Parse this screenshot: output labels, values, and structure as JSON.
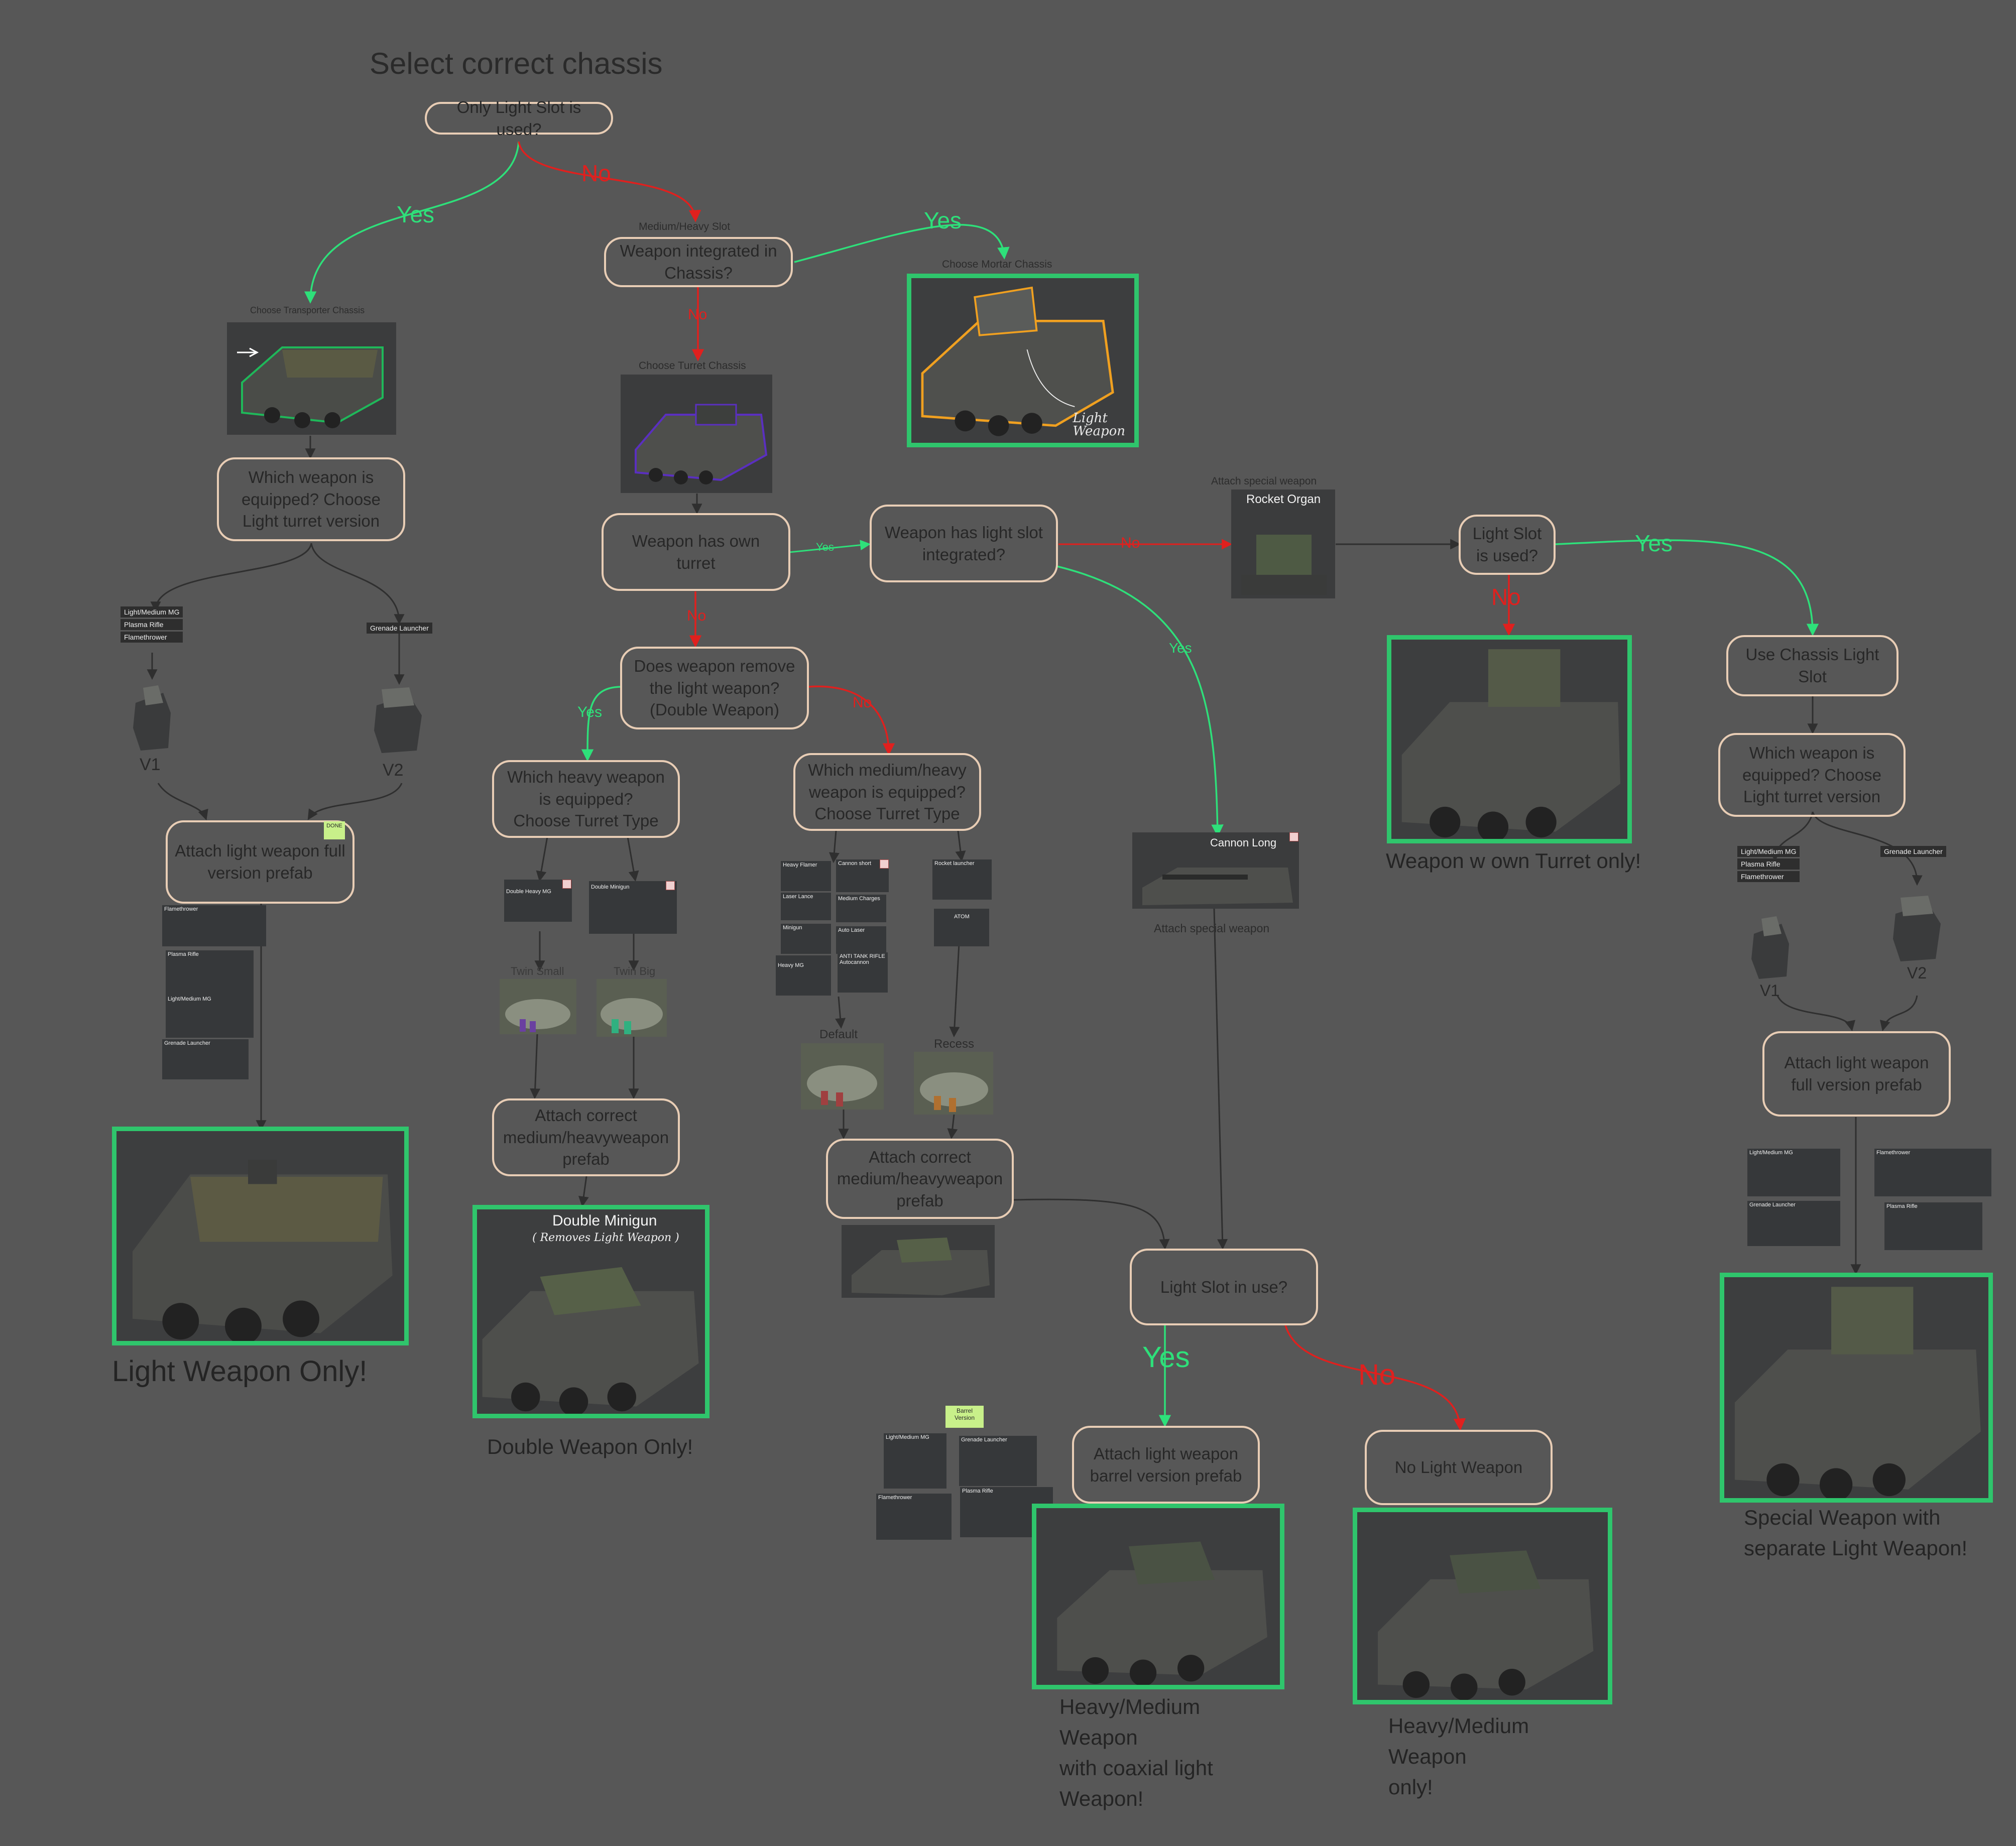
{
  "title": "Select correct chassis",
  "nodes": {
    "only_light": "Only Light Slot is used?",
    "integrated": "Weapon integrated in Chassis?",
    "which_light_left": "Which weapon is equipped? Choose Light turret version",
    "attach_light_left": "Attach light weapon full version prefab",
    "own_turret": "Weapon has own turret",
    "has_light_slot": "Weapon has light slot integrated?",
    "light_slot_used": "Light Slot is used?",
    "use_chassis_slot": "Use Chassis Light Slot",
    "which_light_right": "Which weapon is equipped? Choose Light turret version",
    "attach_light_right": "Attach light weapon full version prefab",
    "double_q": "Does weapon remove the light weapon? (Double Weapon)",
    "which_heavy": "Which heavy weapon is equipped?\nChoose Turret Type",
    "which_medium": "Which medium/heavy weapon is equipped?\nChoose Turret Type",
    "attach_heavy_left": "Attach correct medium/heavyweapon prefab",
    "attach_heavy_mid": "Attach correct medium/heavyweapon prefab",
    "light_in_use": "Light Slot in use?",
    "attach_barrel": "Attach light weapon barrel version prefab",
    "no_light": "No Light Weapon"
  },
  "labels": {
    "medium_heavy_slot": "Medium/Heavy Slot",
    "choose_transporter": "Choose Transporter Chassis",
    "choose_turret": "Choose Turret Chassis",
    "choose_mortar": "Choose Mortar Chassis",
    "attach_special_top": "Attach special weapon",
    "rocket_organ": "Rocket Organ",
    "cannon_long": "Cannon Long",
    "attach_special_bottom": "Attach special weapon",
    "v1_left": "V1",
    "v2_left": "V2",
    "v1_right": "V1",
    "v2_right": "V2",
    "twin_small": "Twin Small",
    "twin_big": "Twin Big",
    "default": "Default",
    "recess": "Recess",
    "double_heavy_mg": "Double Heavy MG",
    "double_minigun_small": "Double Minigun",
    "double_minigun_big": "Double Minigun",
    "removes_light": "( Removes Light Weapon )",
    "rocket_launcher": "Rocket launcher",
    "atom": "ATOM",
    "light_weapon_scribble": "Light\nWeapon"
  },
  "tags": {
    "left_group": [
      "Light/Medium MG",
      "Plasma Rifle",
      "Flamethrower"
    ],
    "left_grenade": "Grenade Launcher",
    "right_group": [
      "Light/Medium MG",
      "Plasma Rifle",
      "Flamethrower"
    ],
    "right_grenade": "Grenade Launcher",
    "done": "DONE",
    "barrel_version": "Barrel\nVersion"
  },
  "weapon_thumbs": {
    "left_stack": [
      "Flamethrower",
      "Plasma Rifle",
      "Light/Medium MG",
      "Grenade Launcher"
    ],
    "right_stack": [
      "Light/Medium MG",
      "Flamethrower",
      "Grenade Launcher",
      "Plasma Rifle"
    ],
    "barrel_stack": [
      "Light/Medium MG",
      "Grenade Launcher",
      "Flamethrower",
      "Plasma Rifle"
    ],
    "medium_grid": [
      "Heavy Flamer",
      "Cannon short",
      "Laser Lance",
      "Medium Charges",
      "Minigun",
      "Auto Laser",
      "Heavy MG",
      "ANTI TANK RIFLE Autocannon"
    ]
  },
  "edges": {
    "yes": "Yes",
    "no": "No"
  },
  "results": {
    "light_only": "Light Weapon Only!",
    "double_only": "Double Weapon Only!",
    "own_turret_only": "Weapon w own Turret only!",
    "special_sep": "Special Weapon with\nseparate Light Weapon!",
    "coaxial": "Heavy/Medium\nWeapon\nwith coaxial light\nWeapon!",
    "heavy_only": "Heavy/Medium\nWeapon\nonly!"
  },
  "colors": {
    "background": "#575757",
    "node_border": "#e8cdb5",
    "yes_edge": "#2ee07a",
    "no_edge": "#e0201e",
    "result_frame": "#2fc56c",
    "connector": "#2f2f2f",
    "mortar_outline": "#f0a020",
    "turret_outline": "#5a2fc0",
    "transporter_outline": "#1fb85a"
  }
}
